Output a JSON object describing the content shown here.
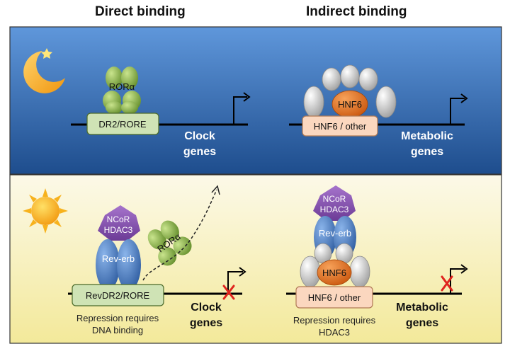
{
  "headers": {
    "direct": "Direct binding",
    "indirect": "Indirect binding"
  },
  "night": {
    "direct": {
      "protein": "RORα",
      "element": "DR2/RORE",
      "target_line1": "Clock",
      "target_line2": "genes"
    },
    "indirect": {
      "protein": "HNF6",
      "element": "HNF6 / other",
      "target_line1": "Metabolic",
      "target_line2": "genes"
    }
  },
  "day": {
    "direct": {
      "corepressor_line1": "NCoR",
      "corepressor_line2": "HDAC3",
      "repressor": "Rev-erb",
      "released_protein": "RORα",
      "element": "RevDR2/RORE",
      "target_line1": "Clock",
      "target_line2": "genes",
      "note_line1": "Repression requires",
      "note_line2": "DNA binding"
    },
    "indirect": {
      "corepressor_line1": "NCoR",
      "corepressor_line2": "HDAC3",
      "repressor": "Rev-erb",
      "protein": "HNF6",
      "element": "HNF6 / other",
      "target_line1": "Metabolic",
      "target_line2": "genes",
      "note_line1": "Repression requires",
      "note_line2": "HDAC3"
    }
  },
  "colors": {
    "night_top": "#5b92d6",
    "night_bottom": "#1f4e8f",
    "day_top": "#fbf8e4",
    "day_bottom": "#f4eb9c",
    "ror_green": "#8fb84a",
    "element_green": "#cfe3b5",
    "element_peach": "#fbd7bf",
    "rev_erb_blue": "#4f82c8",
    "ncor_purple": "#8b55b3",
    "hnf6_orange": "#e8701c",
    "grey_subunit": "#c6c6c6",
    "repression_mark": "#e0241e"
  }
}
